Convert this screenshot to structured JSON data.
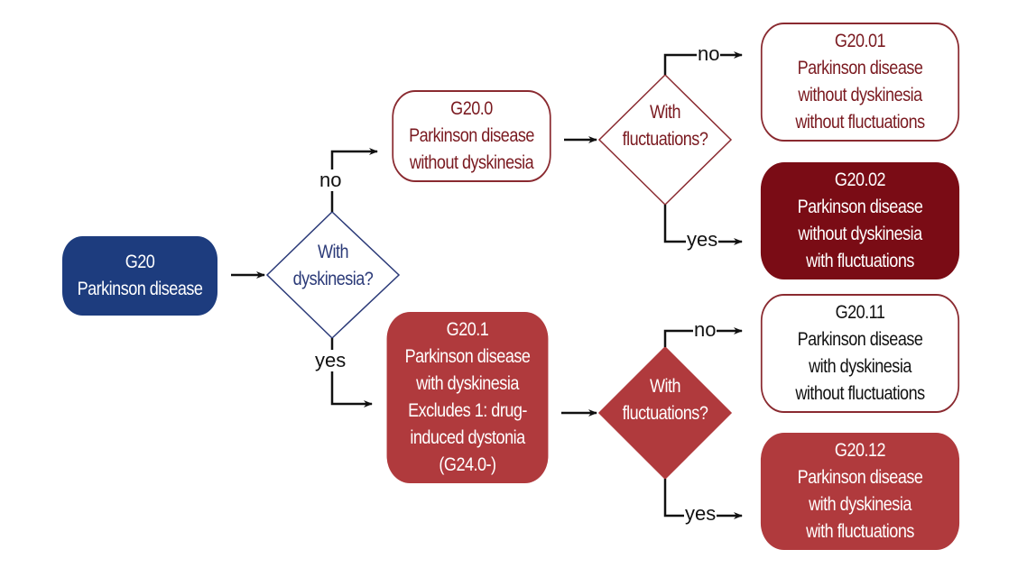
{
  "colors": {
    "root_fill": "#1d3c7e",
    "dark_red_fill": "#7a0c15",
    "red_fill": "#b03a3d",
    "outline_red": "#8a2a30",
    "decision_blue": "#2b3a78",
    "connector": "#111111",
    "white": "#ffffff"
  },
  "nodes": {
    "root": {
      "code": "G20",
      "lines": [
        "Parkinson disease"
      ]
    },
    "g20_0": {
      "code": "G20.0",
      "lines": [
        "Parkinson disease",
        "without dyskinesia"
      ]
    },
    "g20_1": {
      "code": "G20.1",
      "lines": [
        "Parkinson disease",
        "with dyskinesia",
        "Excludes 1: drug-",
        "induced dystonia",
        "(G24.0-)"
      ]
    },
    "g20_01": {
      "code": "G20.01",
      "lines": [
        "Parkinson disease",
        "without dyskinesia",
        "without fluctuations"
      ]
    },
    "g20_02": {
      "code": "G20.02",
      "lines": [
        "Parkinson disease",
        "without dyskinesia",
        "with fluctuations"
      ]
    },
    "g20_11": {
      "code": "G20.11",
      "lines": [
        "Parkinson disease",
        "with dyskinesia",
        "without fluctuations"
      ]
    },
    "g20_12": {
      "code": "G20.12",
      "lines": [
        "Parkinson disease",
        "with dyskinesia",
        "with fluctuations"
      ]
    }
  },
  "decisions": {
    "dyskinesia": {
      "lines": [
        "With",
        "dyskinesia?"
      ]
    },
    "fluct_top": {
      "lines": [
        "With",
        "fluctuations?"
      ]
    },
    "fluct_bottom": {
      "lines": [
        "With",
        "fluctuations?"
      ]
    }
  },
  "edge_labels": {
    "dysk_no": "no",
    "dysk_yes": "yes",
    "fluct_top_no": "no",
    "fluct_top_yes": "yes",
    "fluct_bottom_no": "no",
    "fluct_bottom_yes": "yes"
  }
}
